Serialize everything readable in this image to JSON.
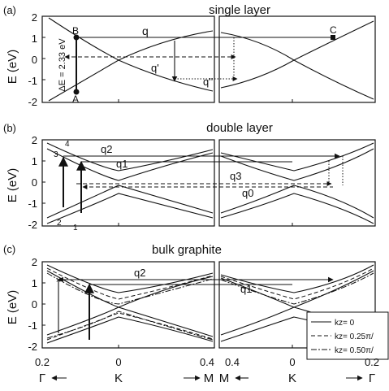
{
  "panels": [
    {
      "id": "single",
      "letter": "(a)",
      "title": "single layer",
      "ylabel": "E (eV)",
      "yticks": [
        "2",
        "1",
        "0",
        "-1",
        "-2"
      ],
      "labels": [
        {
          "text": "B"
        },
        {
          "text": "A"
        },
        {
          "text": "C"
        },
        {
          "text": "q"
        },
        {
          "text": "q'"
        },
        {
          "text": "q''"
        },
        {
          "text": "ΔE = 2.33 eV"
        }
      ]
    },
    {
      "id": "double",
      "letter": "(b)",
      "title": "double layer",
      "ylabel": "E (eV)",
      "yticks": [
        "2",
        "1",
        "0",
        "-1",
        "-2"
      ],
      "labels": [
        {
          "text": "4"
        },
        {
          "text": "3"
        },
        {
          "text": "2"
        },
        {
          "text": "1"
        },
        {
          "text": "q2"
        },
        {
          "text": "q1"
        },
        {
          "text": "q3"
        },
        {
          "text": "q0"
        }
      ]
    },
    {
      "id": "bulk",
      "letter": "(c)",
      "title": "bulk graphite",
      "ylabel": "E (eV)",
      "yticks": [
        "2",
        "1",
        "0",
        "-1",
        "-2"
      ],
      "labels": [
        {
          "text": "q2"
        },
        {
          "text": "q1"
        }
      ],
      "legend": [
        {
          "label": "kz= 0",
          "style": "solid"
        },
        {
          "label": "kz= 0.25π/",
          "style": "dash"
        },
        {
          "label": "kz= 0.50π/",
          "style": "dashdot"
        }
      ]
    }
  ],
  "xaxis": {
    "left_ticks": [
      "0.2",
      "0",
      "0.4"
    ],
    "right_ticks": [
      "0.4",
      "0",
      "0.2"
    ],
    "left_points": [
      "Γ",
      "K",
      "M"
    ],
    "right_points": [
      "M",
      "K",
      "Γ"
    ]
  }
}
